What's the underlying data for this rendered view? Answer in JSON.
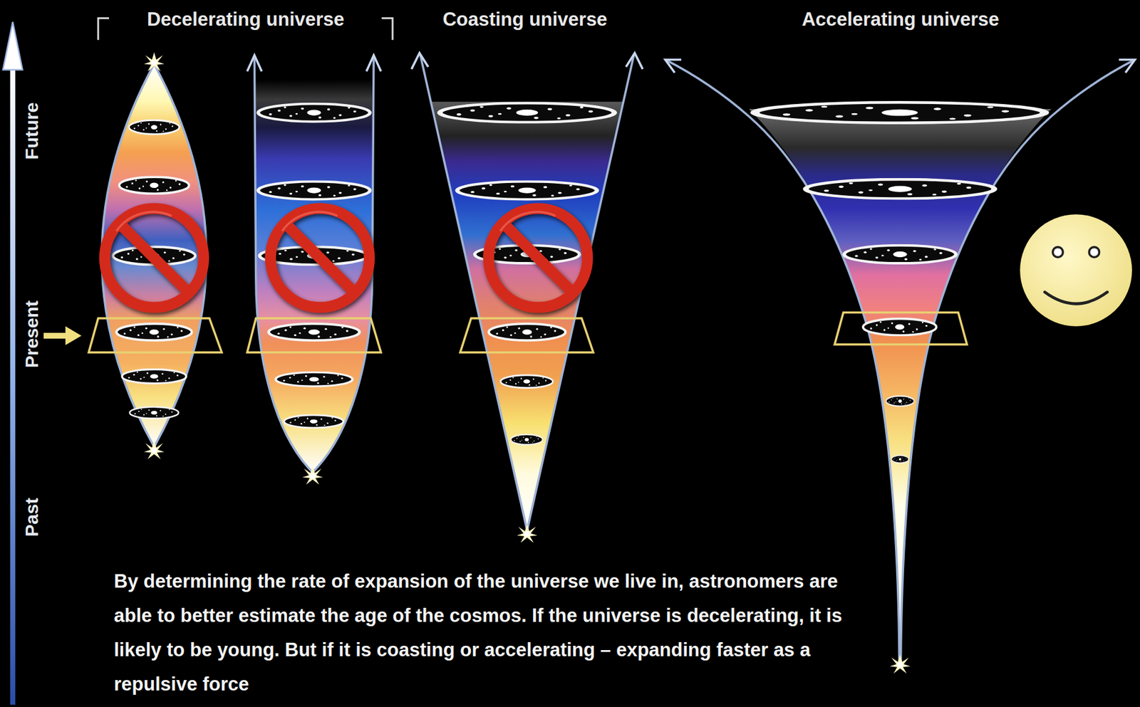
{
  "diagram": {
    "caption": "By determining the rate of expansion of the universe we live in, astronomers are able to better estimate the age of the cosmos. If the universe is decelerating, it is likely to be young. But if it is coasting or accelerating – expanding faster as a repulsive force",
    "labels": [
      "Decelerating universe",
      "Coasting universe",
      "Accelerating universe",
      "Future",
      "Present",
      "Past"
    ]
  }
}
